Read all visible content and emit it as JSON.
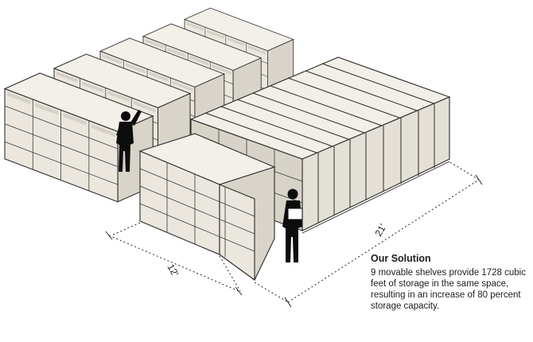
{
  "dimensions": {
    "width_label": "12'",
    "length_label": "21'"
  },
  "caption": {
    "title": "Our Solution",
    "body": "9 movable shelves provide 1728 cubic feet of storage in the same space, resulting in an increase of 80 percent storage capacity."
  },
  "colors": {
    "shelf": "#ebe7df",
    "shadow": "#d9d4ca",
    "ink": "#1d1d1d",
    "silhouette": "#0d0d0d"
  }
}
